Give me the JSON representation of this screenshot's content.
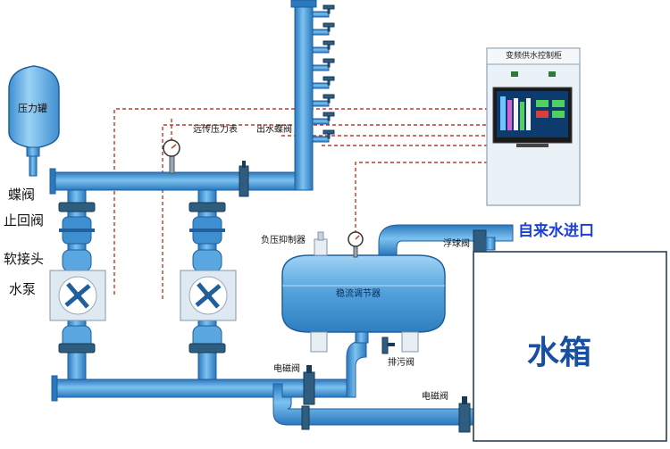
{
  "labels": {
    "pressure_tank": "压力罐",
    "butterfly_valve": "蝶阀",
    "check_valve": "止回阀",
    "soft_joint": "软接头",
    "pump": "水泵",
    "remote_pressure_gauge": "远传压力表",
    "outlet_butterfly_valve": "出水蝶阀",
    "control_cabinet": "变频供水控制柜",
    "negative_pressure_suppressor": "负压抑制器",
    "stabilizer": "稳流调节器",
    "tap_water_inlet": "自来水进口",
    "float_valve": "浮球阀",
    "water_tank": "水箱",
    "drain_valve": "排污阀",
    "solenoid_valve_1": "电磁阀",
    "solenoid_valve_2": "电磁阀"
  },
  "colors": {
    "pipe": "#3f95d6",
    "pipe_edge": "#1f5f9c",
    "signal_line": "#c0392b",
    "panel_bg": "#dfe9f2",
    "tank_fill": "#5aa6e0"
  }
}
